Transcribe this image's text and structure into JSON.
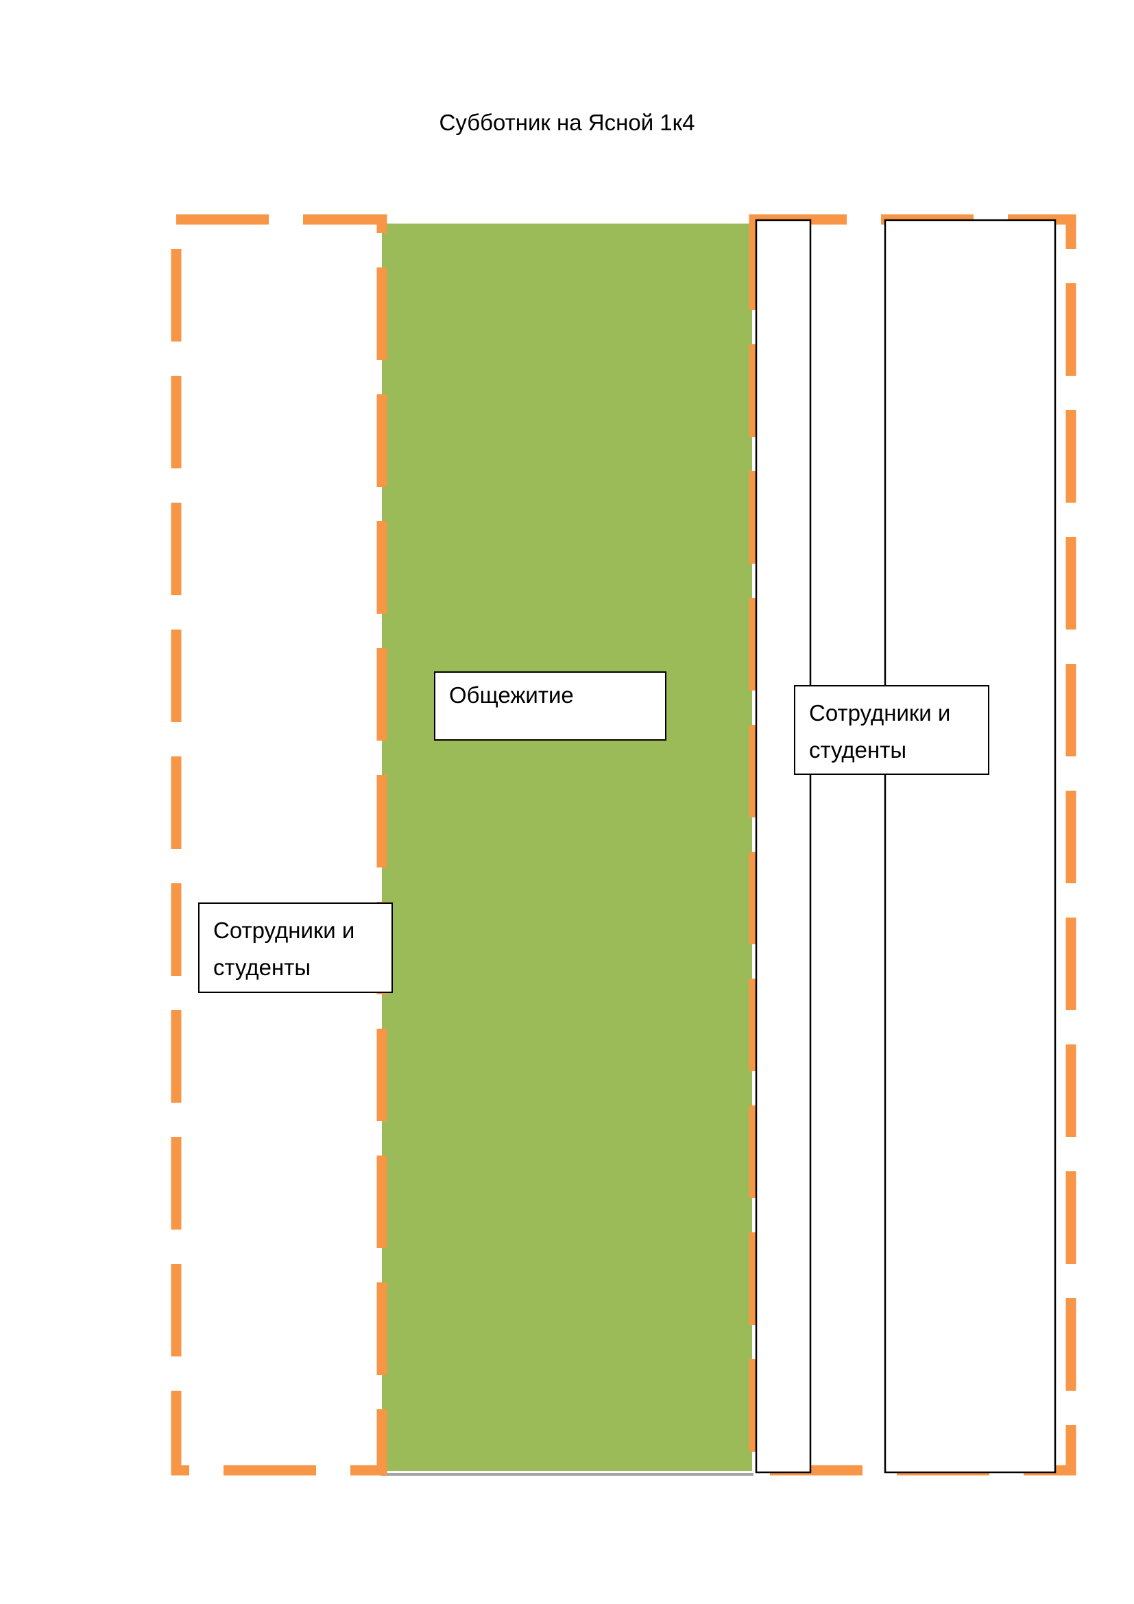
{
  "title": "Субботник на Ясной 1к4",
  "labels": {
    "dormitory": "Общежитие",
    "right_zone": {
      "line1": "Сотрудники и",
      "line2": "студенты"
    },
    "left_zone": {
      "line1": "Сотрудники и",
      "line2": "студенты"
    }
  },
  "colors": {
    "building_fill": "#9bbb59",
    "zone_dash": "#f79646",
    "outline": "#000000"
  }
}
